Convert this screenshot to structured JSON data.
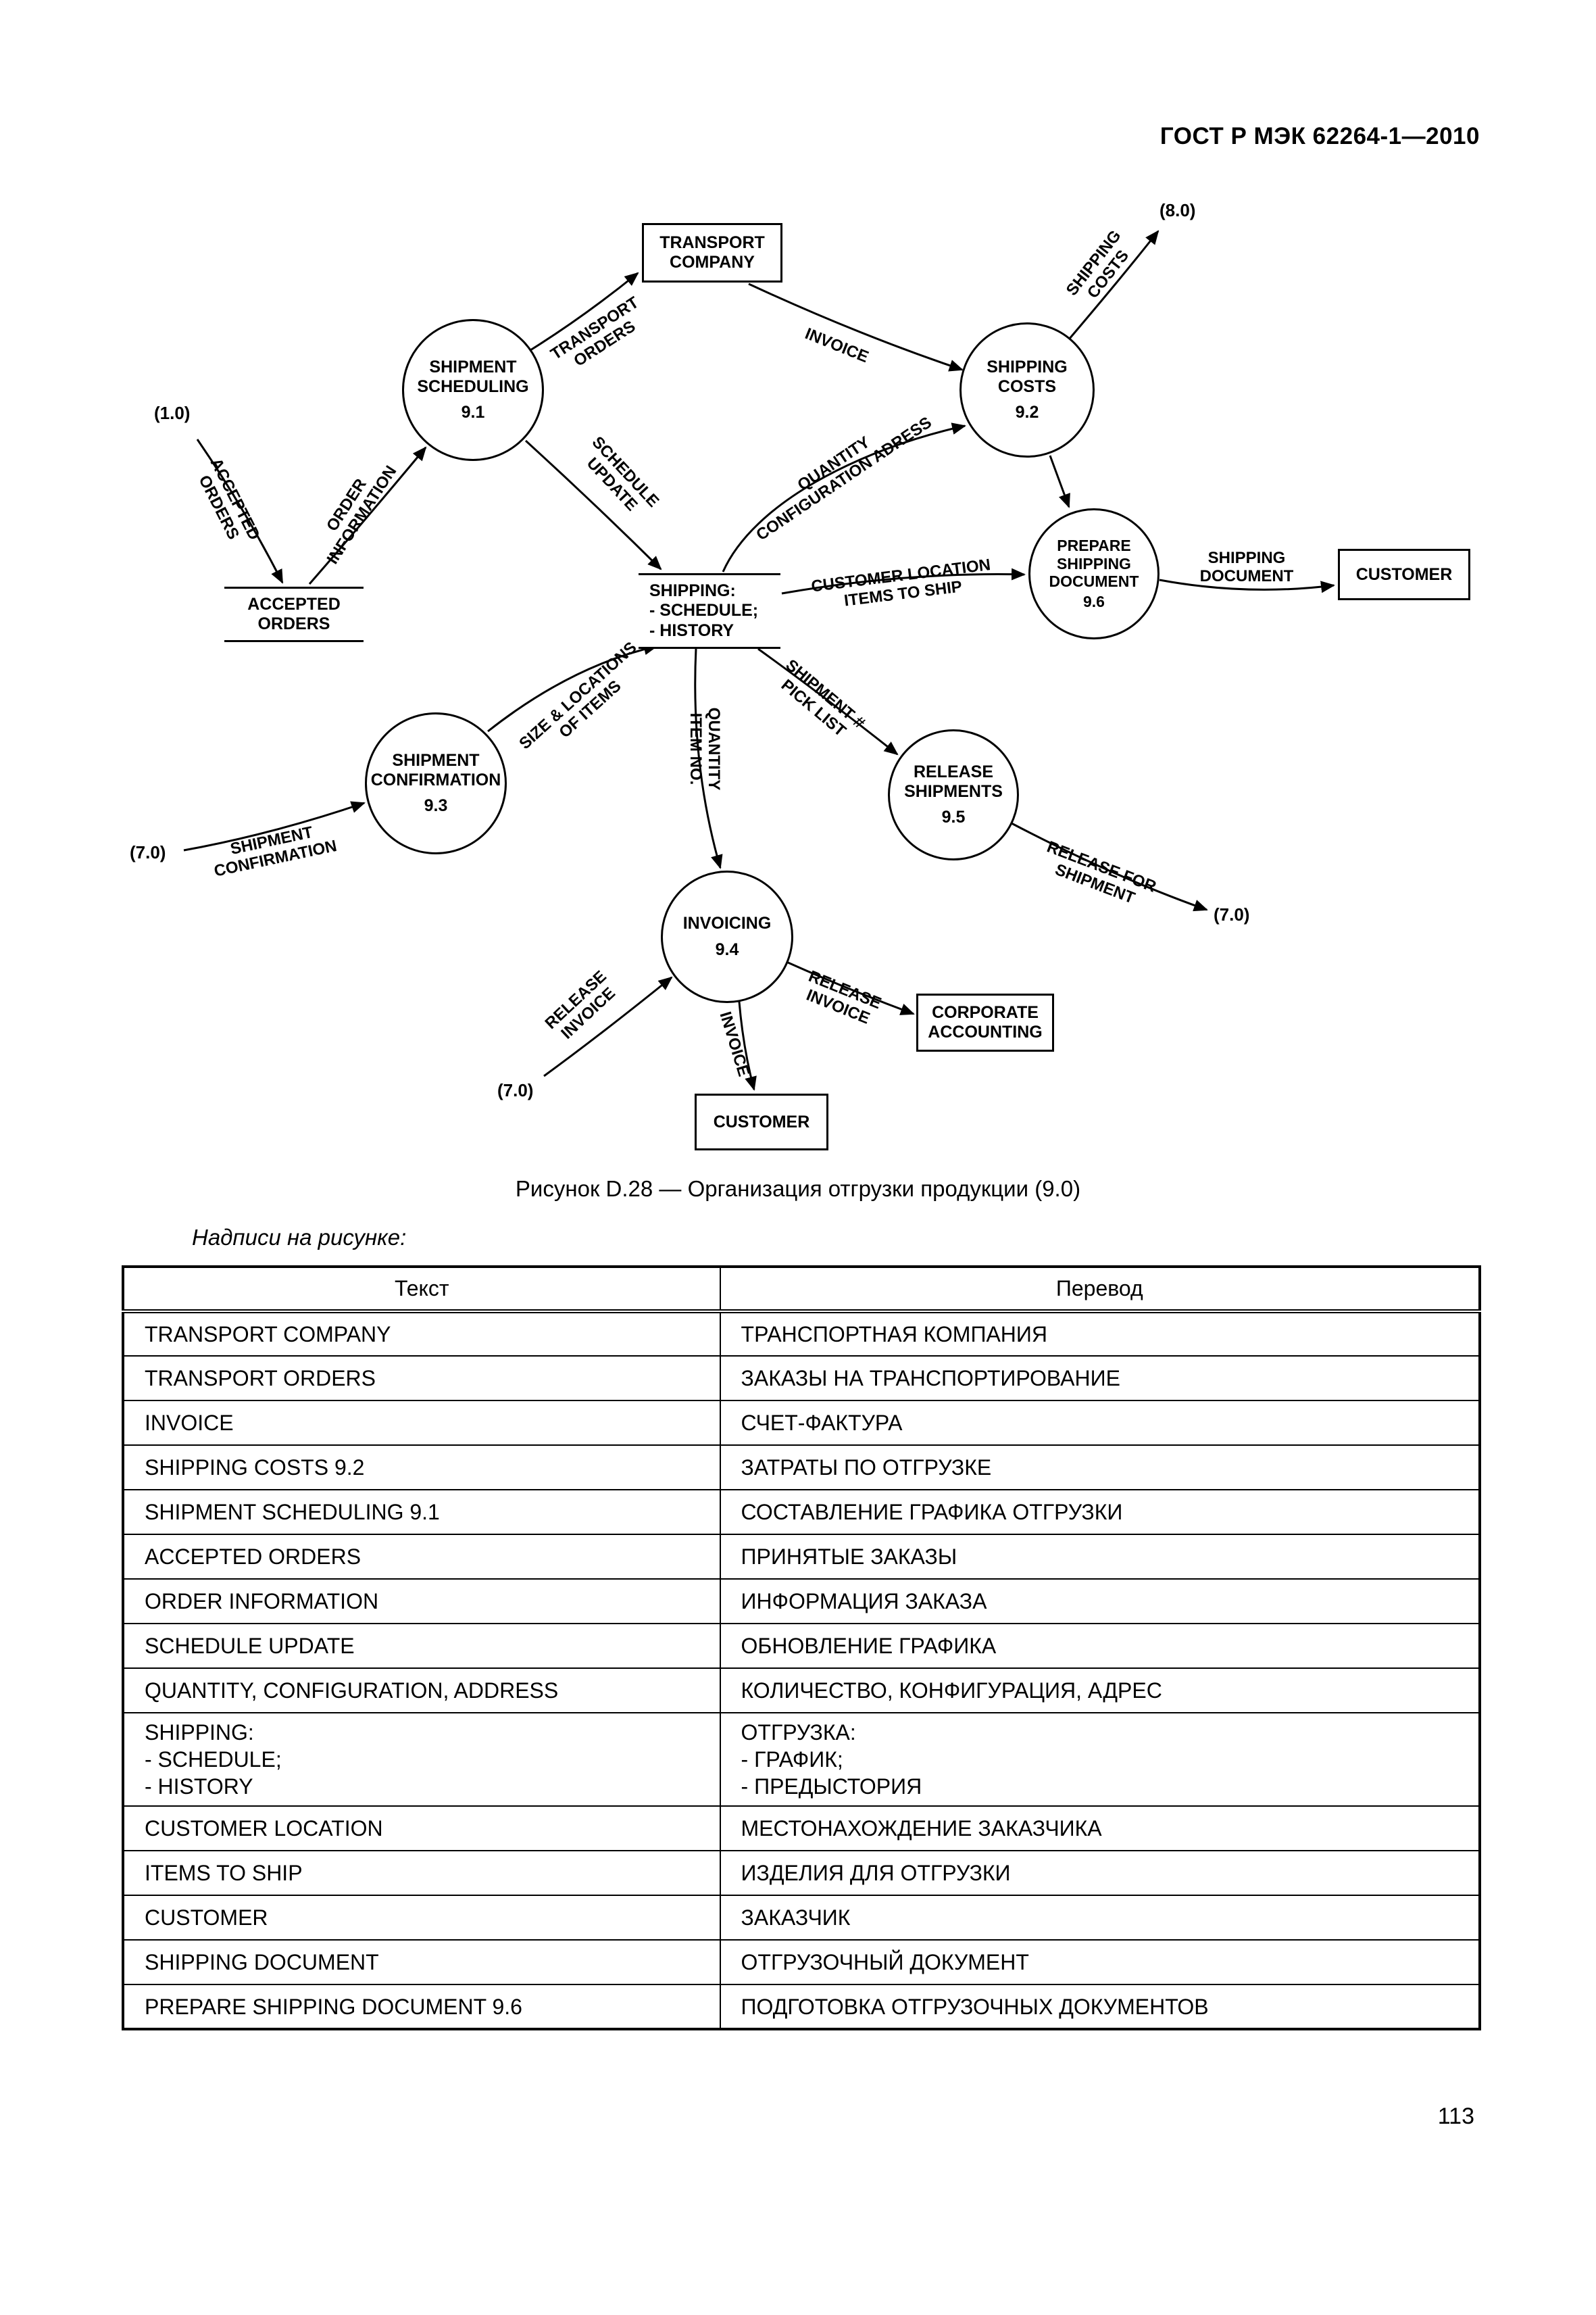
{
  "page": {
    "header": "ГОСТ Р МЭК 62264-1—2010",
    "caption": "Рисунок D.28 — Организация отгрузки продукции (9.0)",
    "table_intro": "Надписи на рисунке:",
    "page_number": "113"
  },
  "diagram": {
    "refs": {
      "r10": "(1.0)",
      "r80": "(8.0)",
      "r70_left": "(7.0)",
      "r70_right": "(7.0)",
      "r70_bottom": "(7.0)"
    },
    "nodes": {
      "transport_company": {
        "label": "TRANSPORT\nCOMPANY"
      },
      "shipment_scheduling": {
        "label": "SHIPMENT\nSCHEDULING",
        "number": "9.1"
      },
      "shipping_costs": {
        "label": "SHIPPING\nCOSTS",
        "number": "9.2"
      },
      "prepare_shipping_document": {
        "label": "PREPARE\nSHIPPING\nDOCUMENT",
        "number": "9.6"
      },
      "customer_right": {
        "label": "CUSTOMER"
      },
      "accepted_orders_store": {
        "label": "ACCEPTED\nORDERS"
      },
      "shipping_store": {
        "label": "SHIPPING:\n- SCHEDULE;\n- HISTORY"
      },
      "shipment_confirmation": {
        "label": "SHIPMENT\nCONFIRMATION",
        "number": "9.3"
      },
      "release_shipments": {
        "label": "RELEASE\nSHIPMENTS",
        "number": "9.5"
      },
      "invoicing": {
        "label": "INVOICING",
        "number": "9.4"
      },
      "corporate_accounting": {
        "label": "CORPORATE\nACCOUNTING"
      },
      "customer_bottom": {
        "label": "CUSTOMER"
      }
    },
    "flows": {
      "accepted_orders": "ACCEPTED\nORDERS",
      "order_information": "ORDER\nINFORMATION",
      "transport_orders": "TRANSPORT\nORDERS",
      "schedule_update": "SCHEDULE\nUPDATE",
      "invoice_top": "INVOICE",
      "shipping_costs": "SHIPPING\nCOSTS",
      "quantity_configuration": "QUANTITY\nCONFIGURATION ADRESS",
      "customer_location": "CUSTOMER LOCATION\nITEMS TO SHIP",
      "shipping_document": "SHIPPING\nDOCUMENT",
      "size_locations": "SIZE & LOCATIONS\nOF ITEMS",
      "quantity_item_no": "QUANTITY\nITEM NO.",
      "shipment_pick_list": "SHIPMENT #\nPICK LIST",
      "shipment_confirmation": "SHIPMENT\nCONFIRMATION",
      "release_for_shipment": "RELEASE FOR\nSHIPMENT",
      "release_invoice_left": "RELEASE\nINVOICE",
      "invoice_bottom": "INVOICE",
      "release_invoice_right": "RELEASE\nINVOICE"
    }
  },
  "table": {
    "headers": [
      "Текст",
      "Перевод"
    ],
    "rows": [
      {
        "text": "TRANSPORT COMPANY",
        "translation": "ТРАНСПОРТНАЯ КОМПАНИЯ"
      },
      {
        "text": "TRANSPORT ORDERS",
        "translation": "ЗАКАЗЫ НА ТРАНСПОРТИРОВАНИЕ"
      },
      {
        "text": "INVOICE",
        "translation": "СЧЕТ-ФАКТУРА"
      },
      {
        "text": "SHIPPING COSTS 9.2",
        "translation": "ЗАТРАТЫ ПО ОТГРУЗКЕ"
      },
      {
        "text": "SHIPMENT SCHEDULING 9.1",
        "translation": "СОСТАВЛЕНИЕ ГРАФИКА ОТГРУЗКИ"
      },
      {
        "text": "ACCEPTED ORDERS",
        "translation": "ПРИНЯТЫЕ ЗАКАЗЫ"
      },
      {
        "text": "ORDER INFORMATION",
        "translation": "ИНФОРМАЦИЯ ЗАКАЗА"
      },
      {
        "text": "SCHEDULE UPDATE",
        "translation": "ОБНОВЛЕНИЕ ГРАФИКА"
      },
      {
        "text": "QUANTITY, CONFIGURATION, ADDRESS",
        "translation": "КОЛИЧЕСТВО, КОНФИГУРАЦИЯ, АДРЕС"
      },
      {
        "text": "SHIPPING:\n- SCHEDULE;\n- HISTORY",
        "translation": "ОТГРУЗКА:\n- ГРАФИК;\n- ПРЕДЫСТОРИЯ"
      },
      {
        "text": "CUSTOMER LOCATION",
        "translation": "МЕСТОНАХОЖДЕНИЕ ЗАКАЗЧИКА"
      },
      {
        "text": "ITEMS TO SHIP",
        "translation": "ИЗДЕЛИЯ ДЛЯ ОТГРУЗКИ"
      },
      {
        "text": "CUSTOMER",
        "translation": "ЗАКАЗЧИК"
      },
      {
        "text": "SHIPPING DOCUMENT",
        "translation": "ОТГРУЗОЧНЫЙ ДОКУМЕНТ"
      },
      {
        "text": "PREPARE SHIPPING DOCUMENT 9.6",
        "translation": "ПОДГОТОВКА ОТГРУЗОЧНЫХ ДОКУМЕНТОВ"
      }
    ]
  }
}
